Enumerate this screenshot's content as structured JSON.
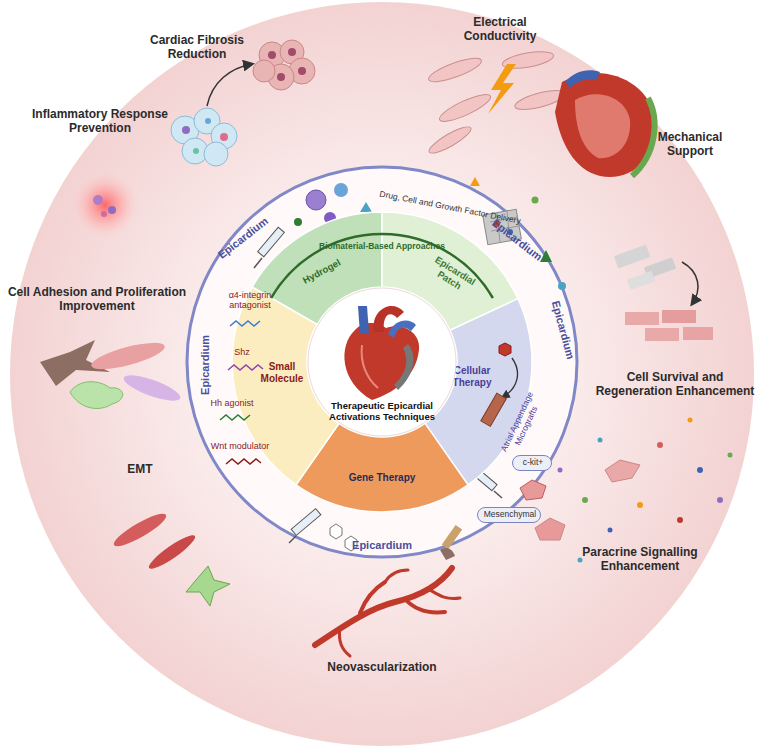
{
  "diagram": {
    "nodes": [
      {
        "text": [
          "Hydrogel"
        ]
      },
      {
        "text": [
          "Epicardial Patch"
        ]
      },
      {
        "text": [
          "Cellular Therapy"
        ]
      },
      {
        "text": [
          "Gene Therapy"
        ]
      },
      {
        "text": [
          "Small Molecule"
        ]
      },
      {
        "text": [
          "Therapeutic Epicardial Activations Techniques"
        ]
      },
      {
        "text": [
          "c-kit+"
        ]
      },
      {
        "text": [
          "Mesenchymal"
        ]
      }
    ],
    "labels": [
      "Cardiac Fibrosis Reduction",
      "Electrical Conductivity",
      "Mechanical Support",
      "Inflammatory Response Prevention",
      "Cell Adhesion and Proliferation Improvement",
      "Cell Survival and Regeneration Enhancement",
      "EMT",
      "Paracrine Signalling Enhancement",
      "Neovascularization",
      "Epicardium",
      "Epicardium",
      "Epicardium",
      "Epicardium",
      "Epicardium",
      "Drug, Cell and Growth Factor Delivery",
      "Biomaterial-Based Approaches",
      "α4-integrin antagonist",
      "Shz",
      "Hh agonist",
      "Wnt modulator",
      "Atrial Appendage Micrografts"
    ]
  }
}
